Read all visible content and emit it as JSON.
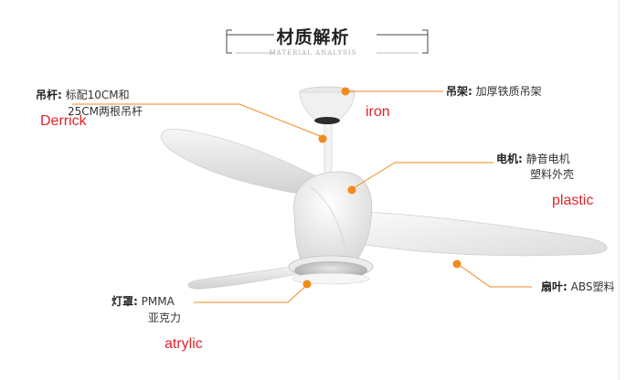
{
  "header": {
    "title": "材质解析",
    "subtitle": "MATERIAL ANALYSIS"
  },
  "callouts": {
    "rod": {
      "name": "吊杆:",
      "line1": "标配10CM和",
      "line2": "25CM两根吊杆"
    },
    "bracket": {
      "name": "吊架:",
      "line1": "加厚铁质吊架"
    },
    "motor": {
      "name": "电机:",
      "line1": "静音电机",
      "line2": "塑料外壳"
    },
    "lampshade": {
      "name": "灯罩:",
      "line1": "PMMA",
      "line2": "亚克力"
    },
    "blade": {
      "name": "扇叶:",
      "line1": "ABS塑料"
    }
  },
  "annotations": {
    "derrick": "Derrick",
    "iron": "iron",
    "plastic": "plastic",
    "atrylic": "atrylic"
  },
  "colors": {
    "accent_orange": "#f28b1c",
    "annotation_red": "#e0242c",
    "fan_white": "#f4f4f4"
  }
}
